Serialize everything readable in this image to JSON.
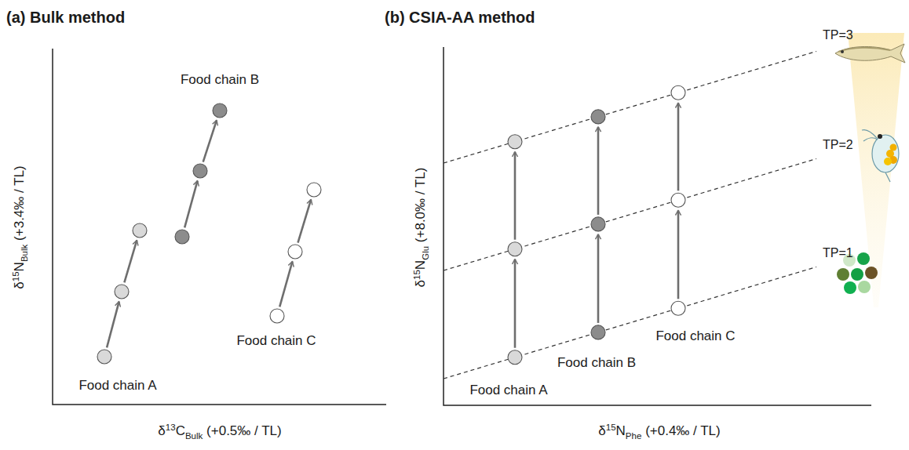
{
  "diagram": {
    "labels": [
      "(a) Bulk method",
      "Food chain B",
      "Food chain A",
      "Food chain C",
      "δ15NBulk (+3.4‰ / TL)",
      "δ13CBulk (+0.5‰ / TL)",
      "(b) CSIA-AA method",
      "TP=3",
      "TP=2",
      "TP=1",
      "Food chain A",
      "Food chain B",
      "Food chain C",
      "δ15NGlu (+8.0‰ / TL)",
      "δ15NPhe (+0.4‰ / TL)"
    ]
  }
}
